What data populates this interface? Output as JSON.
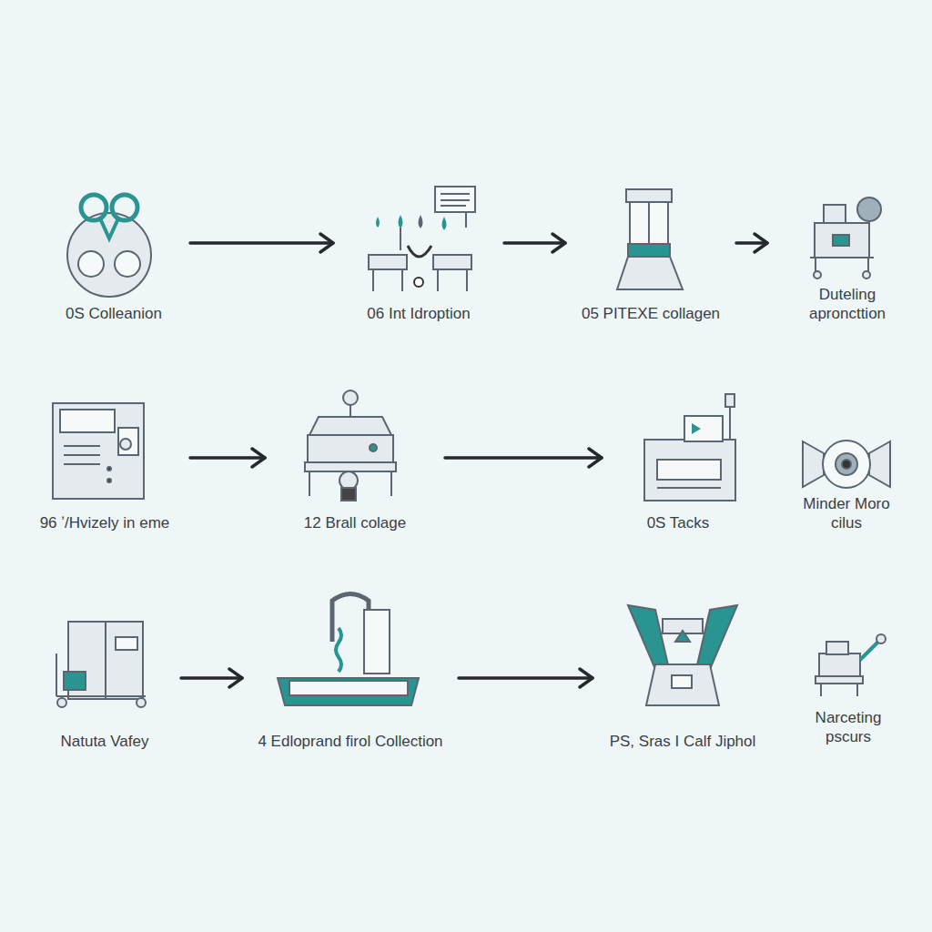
{
  "diagram": {
    "nodes": [
      {
        "text": [
          "0S Colleanion"
        ]
      },
      {
        "text": [
          "06 Int Idroption"
        ]
      },
      {
        "text": [
          "05 PITEXE collagen"
        ]
      },
      {
        "text": [
          "Duteling aproncttion"
        ]
      },
      {
        "text": [
          "96 ʼ/Hvizely in eme"
        ]
      },
      {
        "text": [
          "12 Brall colage"
        ]
      },
      {
        "text": [
          "0S Tacks"
        ]
      },
      {
        "text": [
          "Minder Moro cilus"
        ]
      },
      {
        "text": [
          "Natuta Vafey"
        ]
      },
      {
        "text": [
          "4 Edloprand firol Collection"
        ]
      },
      {
        "text": [
          "PS, Sras I Calf Jiphol"
        ]
      },
      {
        "text": [
          "Narceting pscurs"
        ]
      }
    ],
    "edges": [
      {
        "from": 0,
        "to": 1,
        "arrow": "to"
      },
      {
        "from": 1,
        "to": 2,
        "arrow": "to"
      },
      {
        "from": 2,
        "to": 3,
        "arrow": "to"
      },
      {
        "from": 4,
        "to": 5,
        "arrow": "to"
      },
      {
        "from": 5,
        "to": 6,
        "arrow": "to"
      },
      {
        "from": 8,
        "to": 9,
        "arrow": "to"
      },
      {
        "from": 9,
        "to": 10,
        "arrow": "to"
      }
    ]
  }
}
